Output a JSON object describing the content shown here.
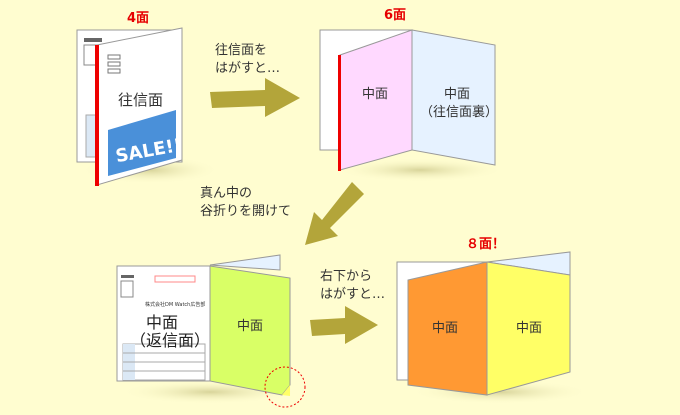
{
  "panel1": {
    "title": "4面",
    "front_label": "往信面",
    "sale": "SALE!!"
  },
  "panel2": {
    "title": "6面",
    "left": "中面",
    "right_l1": "中面",
    "right_l2": "（往信面裏）"
  },
  "panel3": {
    "center_l1": "中面",
    "center_l2": "（返信面）",
    "right": "中面",
    "company": "株式会社DM Watch広告部"
  },
  "panel4": {
    "title": "８面！",
    "left": "中面",
    "right": "中面"
  },
  "arrow1": {
    "l1": "往信面を",
    "l2": "はがすと…"
  },
  "arrow2": {
    "l1": "真ん中の",
    "l2": "谷折りを開けて"
  },
  "arrow3": {
    "l1": "右下から",
    "l2": "はがすと…"
  },
  "colors": {
    "bg": "#fffdd0",
    "arrow": "#b3a53a",
    "title": "#e60000",
    "pink": "#ffd9ff",
    "lightblue": "#e6f2ff",
    "lime": "#d9ff66",
    "orange": "#ff9933",
    "yellow": "#ffff66",
    "sale": "#4a90d9"
  }
}
